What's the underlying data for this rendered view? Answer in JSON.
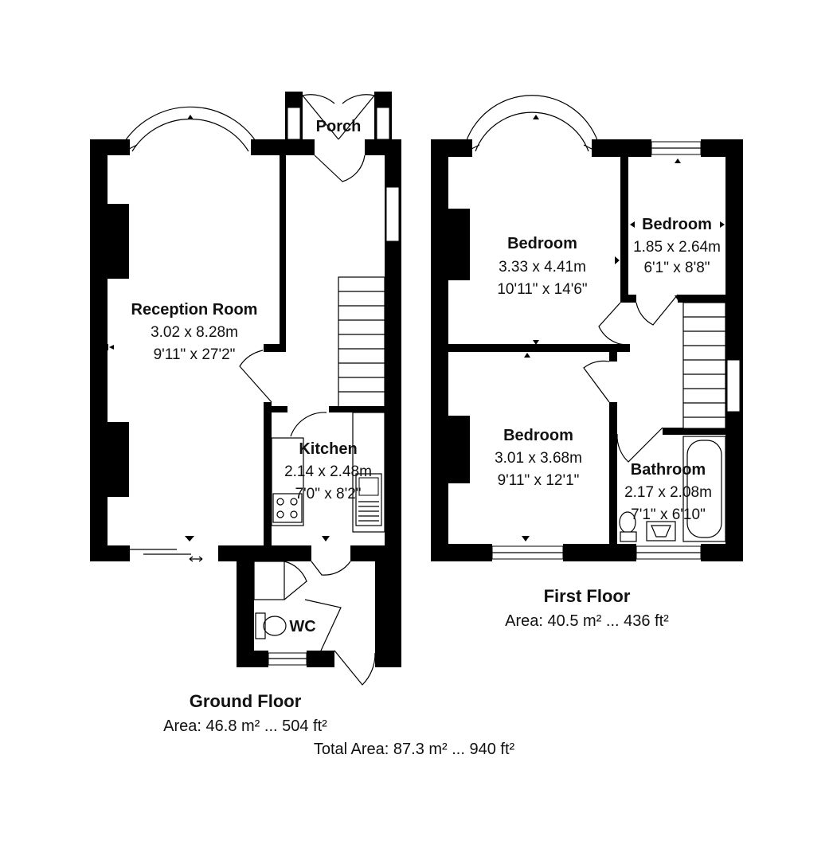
{
  "ground_floor": {
    "title": "Ground Floor",
    "area": "Area: 46.8 m² ... 504 ft²",
    "rooms": {
      "reception": {
        "name": "Reception Room",
        "dim_m": "3.02 x 8.28m",
        "dim_ft": "9'11\" x 27'2\""
      },
      "porch": {
        "name": "Porch"
      },
      "kitchen": {
        "name": "Kitchen",
        "dim_m": "2.14 x 2.48m",
        "dim_ft": "7'0\" x 8'2\""
      },
      "wc": {
        "name": "WC"
      }
    }
  },
  "first_floor": {
    "title": "First Floor",
    "area": "Area: 40.5 m² ... 436 ft²",
    "rooms": {
      "bedroom_front": {
        "name": "Bedroom",
        "dim_m": "3.33 x 4.41m",
        "dim_ft": "10'11\" x 14'6\""
      },
      "bedroom_small": {
        "name": "Bedroom",
        "dim_m": "1.85 x 2.64m",
        "dim_ft": "6'1\" x 8'8\""
      },
      "bedroom_rear": {
        "name": "Bedroom",
        "dim_m": "3.01 x 3.68m",
        "dim_ft": "9'11\" x 12'1\""
      },
      "bathroom": {
        "name": "Bathroom",
        "dim_m": "2.17 x 2.08m",
        "dim_ft": "7'1\" x 6'10\""
      }
    }
  },
  "total_area": "Total Area: 87.3 m² ... 940 ft²",
  "colors": {
    "wall": "#000000",
    "background": "#ffffff"
  }
}
